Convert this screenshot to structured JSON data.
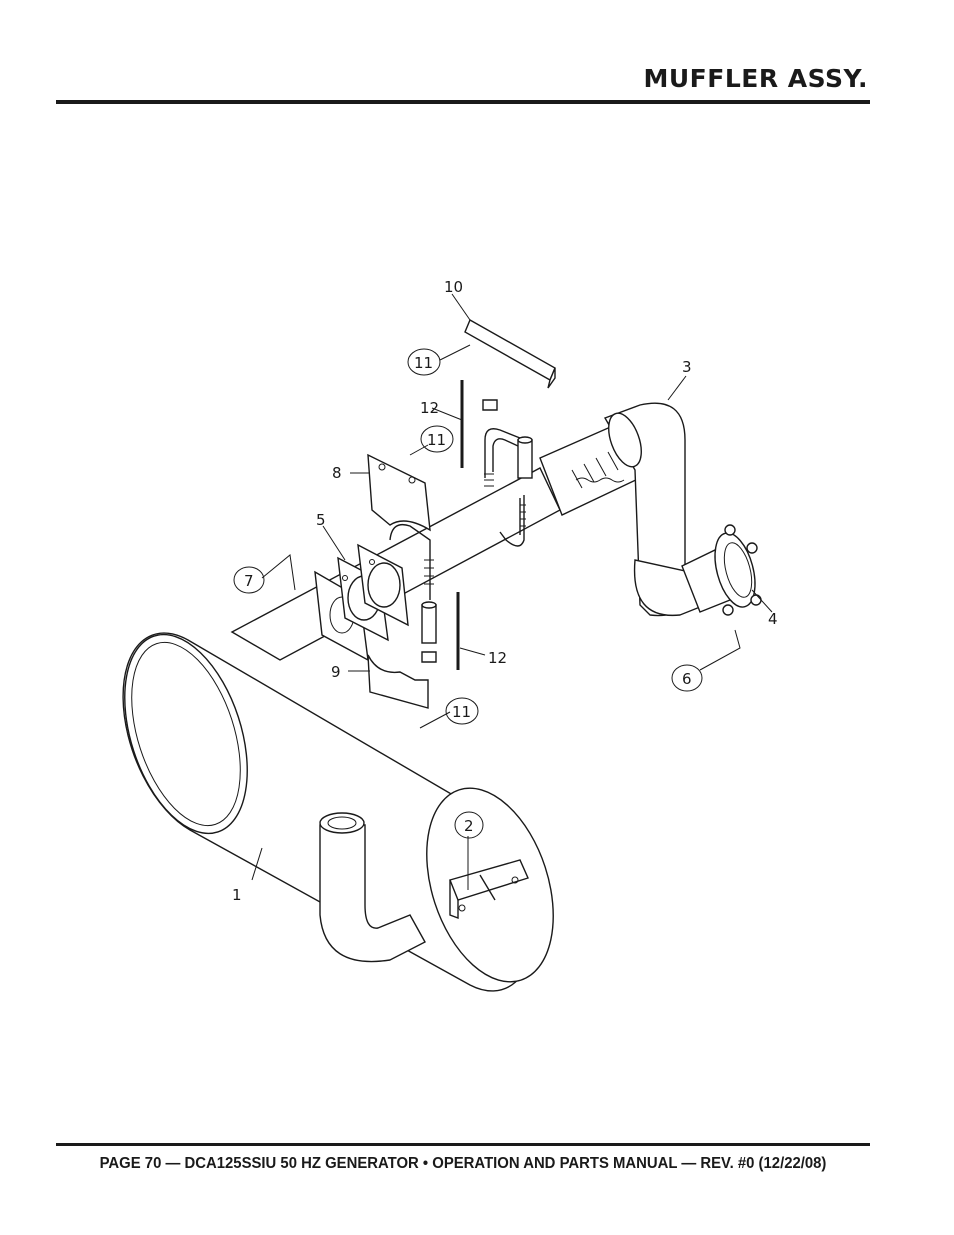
{
  "header": {
    "title": "MUFFLER ASSY."
  },
  "footer": {
    "text": "PAGE 70 — DCA125SSIU 50 HZ GENERATOR • OPERATION AND PARTS MANUAL — REV. #0 (12/22/08)"
  },
  "diagram": {
    "callouts": {
      "c1": "1",
      "c2": "2",
      "c3": "3",
      "c4": "4",
      "c5": "5",
      "c6": "6",
      "c7": "7",
      "c8": "8",
      "c9": "9",
      "c10": "10",
      "c11a": "11",
      "c11b": "11",
      "c11c": "11",
      "c12a": "12",
      "c12b": "12"
    }
  }
}
